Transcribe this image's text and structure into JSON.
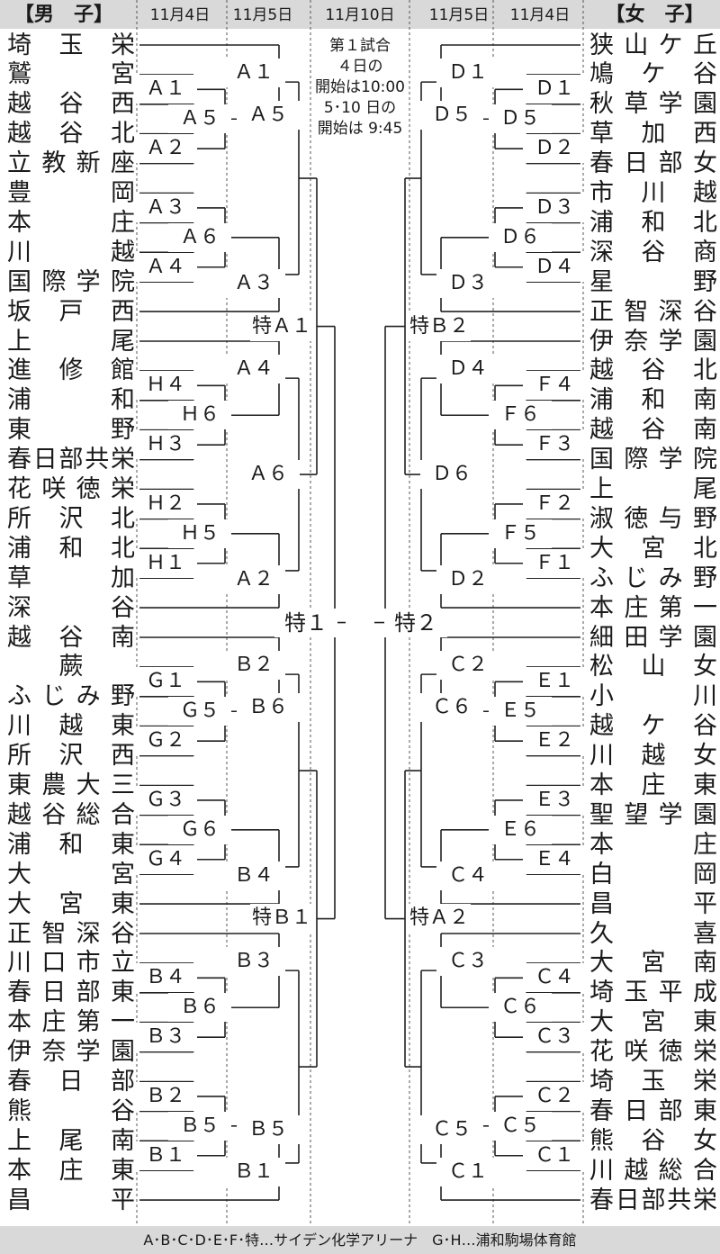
{
  "header": {
    "men_title": "【男　子】",
    "women_title": "【女　子】",
    "dates": {
      "left_1": "11月4日",
      "left_2": "11月5日",
      "final": "11月10日",
      "right_2": "11月5日",
      "right_1": "11月4日"
    }
  },
  "note": [
    "第１試合",
    "４日の",
    "開始は10:00",
    "5･10 日の",
    "開始は 9:45"
  ],
  "men_teams": [
    [
      "埼",
      "玉",
      "栄"
    ],
    [
      "鷲",
      "宮"
    ],
    [
      "越",
      "谷",
      "西"
    ],
    [
      "越",
      "谷",
      "北"
    ],
    [
      "立",
      "教",
      "新",
      "座"
    ],
    [
      "豊",
      "岡"
    ],
    [
      "本",
      "庄"
    ],
    [
      "川",
      "越"
    ],
    [
      "国",
      "際",
      "学",
      "院"
    ],
    [
      "坂",
      "戸",
      "西"
    ],
    [
      "上",
      "尾"
    ],
    [
      "進",
      "修",
      "館"
    ],
    [
      "浦",
      "和"
    ],
    [
      "東",
      "野"
    ],
    [
      "春",
      "日",
      "部",
      "共",
      "栄"
    ],
    [
      "花",
      "咲",
      "徳",
      "栄"
    ],
    [
      "所",
      "沢",
      "北"
    ],
    [
      "浦",
      "和",
      "北"
    ],
    [
      "草",
      "加"
    ],
    [
      "深",
      "谷"
    ],
    [
      "越",
      "谷",
      "南"
    ],
    [
      "",
      "蕨",
      ""
    ],
    [
      "ふ",
      "じ",
      "み",
      "野"
    ],
    [
      "川",
      "越",
      "東"
    ],
    [
      "所",
      "沢",
      "西"
    ],
    [
      "東",
      "農",
      "大",
      "三"
    ],
    [
      "越",
      "谷",
      "総",
      "合"
    ],
    [
      "浦",
      "和",
      "東"
    ],
    [
      "大",
      "宮"
    ],
    [
      "大",
      "宮",
      "東"
    ],
    [
      "正",
      "智",
      "深",
      "谷"
    ],
    [
      "川",
      "口",
      "市",
      "立"
    ],
    [
      "春",
      "日",
      "部",
      "東"
    ],
    [
      "本",
      "庄",
      "第",
      "一"
    ],
    [
      "伊",
      "奈",
      "学",
      "園"
    ],
    [
      "春",
      "日",
      "部"
    ],
    [
      "熊",
      "谷"
    ],
    [
      "上",
      "尾",
      "南"
    ],
    [
      "本",
      "庄",
      "東"
    ],
    [
      "昌",
      "平"
    ]
  ],
  "women_teams": [
    [
      "狭",
      "山",
      "ケ",
      "丘"
    ],
    [
      "鳩",
      "ケ",
      "谷"
    ],
    [
      "秋",
      "草",
      "学",
      "園"
    ],
    [
      "草",
      "加",
      "西"
    ],
    [
      "春",
      "日",
      "部",
      "女"
    ],
    [
      "市",
      "川",
      "越"
    ],
    [
      "浦",
      "和",
      "北"
    ],
    [
      "深",
      "谷",
      "商"
    ],
    [
      "星",
      "野"
    ],
    [
      "正",
      "智",
      "深",
      "谷"
    ],
    [
      "伊",
      "奈",
      "学",
      "園"
    ],
    [
      "越",
      "谷",
      "北"
    ],
    [
      "浦",
      "和",
      "南"
    ],
    [
      "越",
      "谷",
      "南"
    ],
    [
      "国",
      "際",
      "学",
      "院"
    ],
    [
      "上",
      "尾"
    ],
    [
      "淑",
      "徳",
      "与",
      "野"
    ],
    [
      "大",
      "宮",
      "北"
    ],
    [
      "ふ",
      "じ",
      "み",
      "野"
    ],
    [
      "本",
      "庄",
      "第",
      "一"
    ],
    [
      "細",
      "田",
      "学",
      "園"
    ],
    [
      "松",
      "山",
      "女"
    ],
    [
      "小",
      "川"
    ],
    [
      "越",
      "ケ",
      "谷"
    ],
    [
      "川",
      "越",
      "女"
    ],
    [
      "本",
      "庄",
      "東"
    ],
    [
      "聖",
      "望",
      "学",
      "園"
    ],
    [
      "本",
      "庄"
    ],
    [
      "白",
      "岡"
    ],
    [
      "昌",
      "平"
    ],
    [
      "久",
      "喜"
    ],
    [
      "大",
      "宮",
      "南"
    ],
    [
      "埼",
      "玉",
      "平",
      "成"
    ],
    [
      "大",
      "宮",
      "東"
    ],
    [
      "花",
      "咲",
      "徳",
      "栄"
    ],
    [
      "埼",
      "玉",
      "栄"
    ],
    [
      "春",
      "日",
      "部",
      "東"
    ],
    [
      "熊",
      "谷",
      "女"
    ],
    [
      "川",
      "越",
      "総",
      "合"
    ],
    [
      "春",
      "日",
      "部",
      "共",
      "栄"
    ]
  ],
  "match_labels": {
    "A1": "Ａ１",
    "A2": "Ａ２",
    "A3": "Ａ３",
    "A4": "Ａ４",
    "A5": "Ａ５",
    "A6": "Ａ６",
    "B1": "Ｂ１",
    "B2": "Ｂ２",
    "B3": "Ｂ３",
    "B4": "Ｂ４",
    "B5": "Ｂ５",
    "B6": "Ｂ６",
    "C1": "Ｃ１",
    "C2": "Ｃ２",
    "C3": "Ｃ３",
    "C4": "Ｃ４",
    "C5": "Ｃ５",
    "C6": "Ｃ６",
    "D1": "Ｄ１",
    "D2": "Ｄ２",
    "D3": "Ｄ３",
    "D4": "Ｄ４",
    "D5": "Ｄ５",
    "D6": "Ｄ６",
    "E1": "Ｅ１",
    "E2": "Ｅ２",
    "E3": "Ｅ３",
    "E4": "Ｅ４",
    "E5": "Ｅ５",
    "E6": "Ｅ６",
    "F1": "Ｆ１",
    "F2": "Ｆ２",
    "F3": "Ｆ３",
    "F4": "Ｆ４",
    "F5": "Ｆ５",
    "F6": "Ｆ６",
    "G1": "Ｇ１",
    "G2": "Ｇ２",
    "G3": "Ｇ３",
    "G4": "Ｇ４",
    "G5": "Ｇ５",
    "G6": "Ｇ６",
    "H1": "Ｈ１",
    "H2": "Ｈ２",
    "H3": "Ｈ３",
    "H4": "Ｈ４",
    "H5": "Ｈ５",
    "H6": "Ｈ６",
    "tokuA1": "特Ａ１",
    "tokuA2": "特Ａ２",
    "tokuB1": "特Ｂ１",
    "tokuB2": "特Ｂ２",
    "toku1": "特１",
    "toku2": "特２"
  },
  "footer": "A･B･C･D･E･F･特…サイデン化学アリーナ　G･H…浦和駒場体育館"
}
